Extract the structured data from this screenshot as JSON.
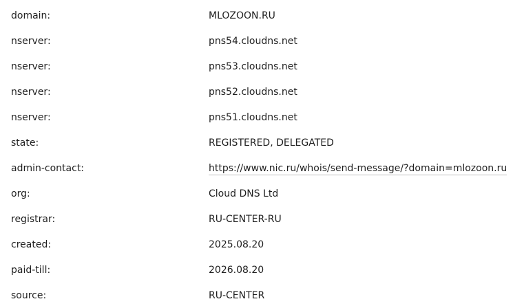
{
  "rows": [
    {
      "key": "domain:",
      "value": "MLOZOON.RU"
    },
    {
      "key": "nserver:",
      "value": "pns54.cloudns.net"
    },
    {
      "key": "nserver:",
      "value": "pns53.cloudns.net"
    },
    {
      "key": "nserver:",
      "value": "pns52.cloudns.net"
    },
    {
      "key": "nserver:",
      "value": "pns51.cloudns.net"
    },
    {
      "key": "state:",
      "value": "REGISTERED, DELEGATED"
    },
    {
      "key": "admin-contact:",
      "value": "https://www.nic.ru/whois/send-message/?domain=mlozoon.ru"
    },
    {
      "key": "org:",
      "value": "Cloud DNS Ltd"
    },
    {
      "key": "registrar:",
      "value": "RU-CENTER-RU"
    },
    {
      "key": "created:",
      "value": "2025.08.20"
    },
    {
      "key": "paid-till:",
      "value": "2026.08.20"
    },
    {
      "key": "source:",
      "value": "RU-CENTER"
    }
  ]
}
